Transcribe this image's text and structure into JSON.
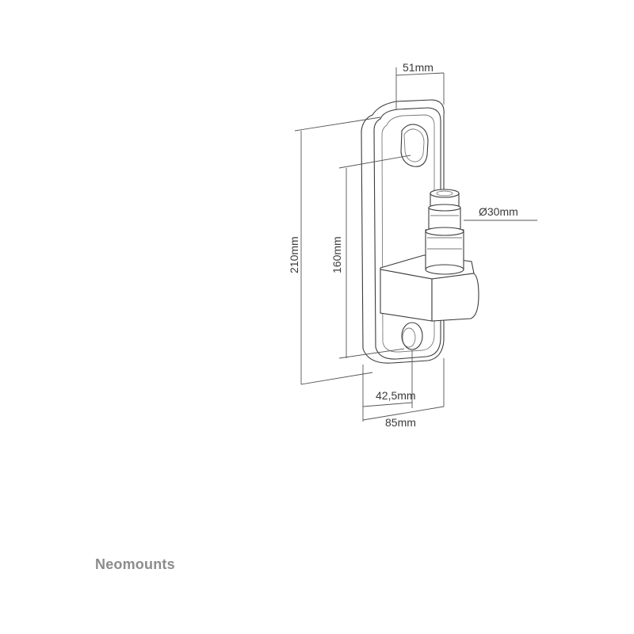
{
  "dimensions": {
    "depth": "51mm",
    "height_total": "210mm",
    "hole_spacing": "160mm",
    "pole_diameter": "Ø30mm",
    "arm_offset": "42,5mm",
    "width_total": "85mm"
  },
  "brand": {
    "name": "Neomounts"
  },
  "colors": {
    "line": "#3c3c3c",
    "dimension": "#555555",
    "brand": "#8c8c8c",
    "shading": "#d9d9d9"
  }
}
